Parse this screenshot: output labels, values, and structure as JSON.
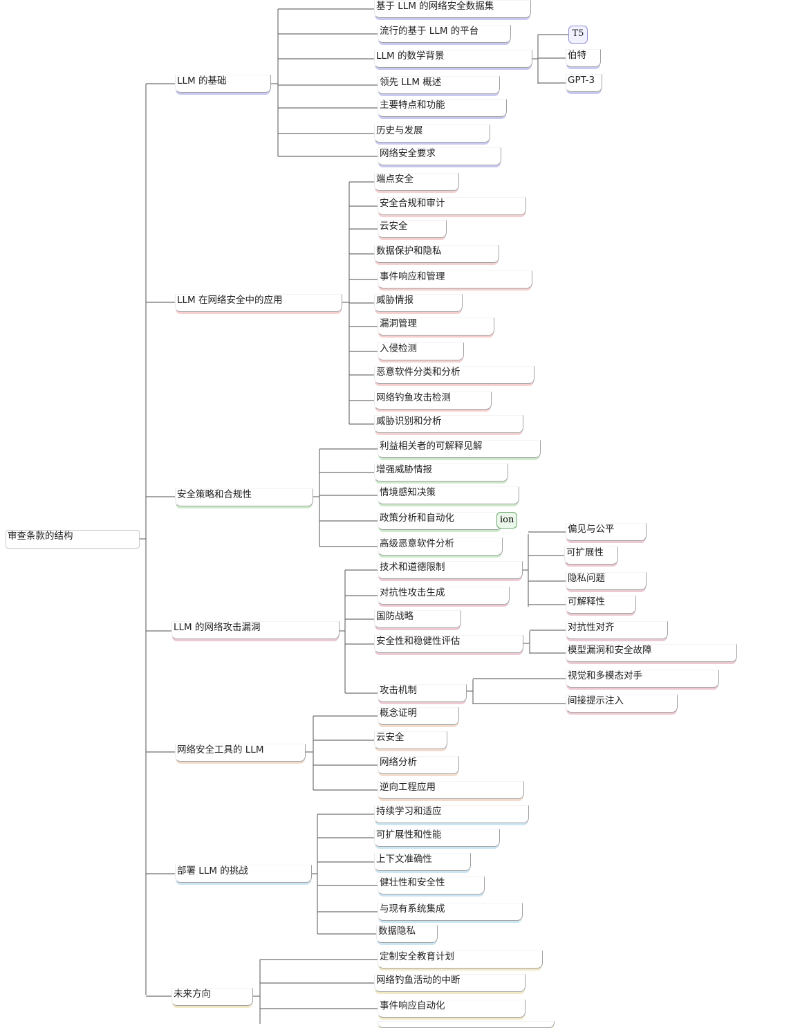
{
  "root": "审查条款的结构",
  "tint": {
    "basics": "#c9c9ef",
    "apps": "#f5d0d0",
    "policy": "#cdebcb",
    "vuln": "#edc9d2",
    "tools": "#f3dccb",
    "challenges": "#cde6f3",
    "future": "#f1e8c6"
  },
  "branches": {
    "basics": {
      "label": "LLM 的基础",
      "items": [
        "基于 LLM 的网络安全数据集",
        "流行的基于 LLM 的平台",
        "LLM 的数学背景",
        "领先 LLM 概述",
        "主要特点和功能",
        "历史与发展",
        "网络安全要求"
      ],
      "math_children": [
        "T5",
        "伯特",
        "GPT-3"
      ]
    },
    "apps": {
      "label": "LLM 在网络安全中的应用",
      "items": [
        "端点安全",
        "安全合规和审计",
        "云安全",
        "数据保护和隐私",
        "事件响应和管理",
        "威胁情报",
        "漏洞管理",
        "入侵检测",
        "恶意软件分类和分析",
        "网络钓鱼攻击检测",
        "威胁识别和分析"
      ]
    },
    "policy": {
      "label": "安全策略和合规性",
      "items": [
        "利益相关者的可解释见解",
        "增强威胁情报",
        "情境感知决策",
        "政策分析和自动化",
        "高级恶意软件分析"
      ],
      "tag_fragment": "ion"
    },
    "vuln": {
      "label": "LLM 的网络攻击漏洞",
      "items": [
        "技术和道德限制",
        "对抗性攻击生成",
        "国防战略",
        "安全性和稳健性评估",
        "攻击机制"
      ],
      "tech_children": [
        "偏见与公平",
        "可扩展性",
        "隐私问题",
        "可解释性"
      ],
      "eval_children": [
        "对抗性对齐",
        "模型漏洞和安全故障"
      ],
      "attack_children": [
        "视觉和多模态对手",
        "间接提示注入"
      ]
    },
    "tools": {
      "label": "网络安全工具的 LLM",
      "items": [
        "概念证明",
        "云安全",
        "网络分析",
        "逆向工程应用"
      ]
    },
    "challenges": {
      "label": "部署 LLM 的挑战",
      "items": [
        "持续学习和适应",
        "可扩展性和性能",
        "上下文准确性",
        "健壮性和安全性",
        "与现有系统集成",
        "数据隐私"
      ]
    },
    "future": {
      "label": "未来方向",
      "items": [
        "定制安全教育计划",
        "网络钓鱼活动的中断",
        "事件响应自动化"
      ]
    }
  }
}
